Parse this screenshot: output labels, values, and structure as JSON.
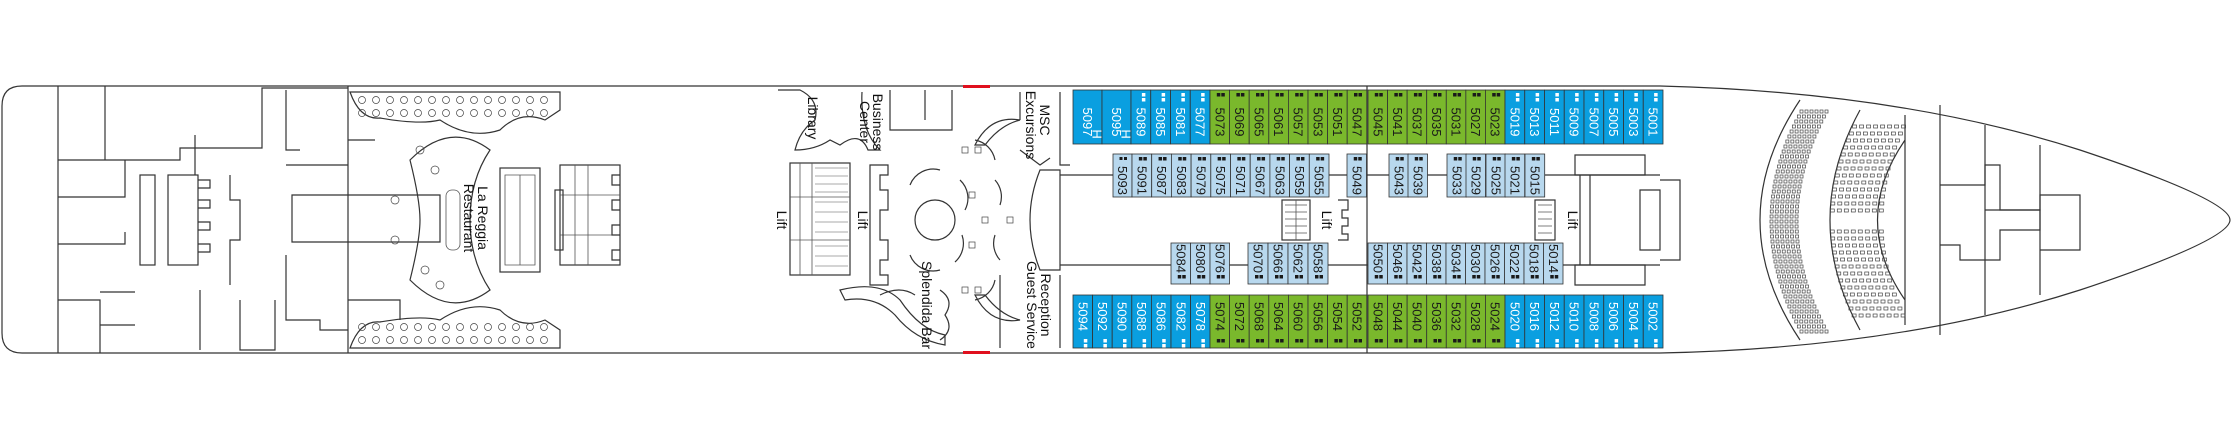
{
  "colors": {
    "B": "#0a9fe0",
    "G": "#7ab82c",
    "I": "#b8d8ee",
    "hull": "#333333",
    "door": "#e0101e"
  },
  "labels": {
    "restaurant": [
      "La Reggia",
      "Restaurant"
    ],
    "library": "Library",
    "business": [
      "Business",
      "Center"
    ],
    "excursions": [
      "MSC",
      "Excursions"
    ],
    "reception": [
      "Reception",
      "Guest Service"
    ],
    "bar": "Splendida Bar",
    "lift": "Lift",
    "accessible": "H"
  },
  "cabins": {
    "top_outer": [
      {
        "n": "5097",
        "c": "B",
        "h": true
      },
      {
        "n": "5095",
        "c": "B",
        "h": true
      },
      {
        "n": "5089",
        "c": "B"
      },
      {
        "n": "5085",
        "c": "B"
      },
      {
        "n": "5081",
        "c": "B"
      },
      {
        "n": "5077",
        "c": "B"
      },
      {
        "n": "5073",
        "c": "G"
      },
      {
        "n": "5069",
        "c": "G"
      },
      {
        "n": "5065",
        "c": "G"
      },
      {
        "n": "5061",
        "c": "G"
      },
      {
        "n": "5057",
        "c": "G"
      },
      {
        "n": "5053",
        "c": "G"
      },
      {
        "n": "5051",
        "c": "G"
      },
      {
        "n": "5047",
        "c": "G"
      },
      {
        "n": "5045",
        "c": "G"
      },
      {
        "n": "5041",
        "c": "G"
      },
      {
        "n": "5037",
        "c": "G"
      },
      {
        "n": "5035",
        "c": "G"
      },
      {
        "n": "5031",
        "c": "G"
      },
      {
        "n": "5027",
        "c": "G"
      },
      {
        "n": "5023",
        "c": "G"
      },
      {
        "n": "5019",
        "c": "B"
      },
      {
        "n": "5013",
        "c": "B"
      },
      {
        "n": "5011",
        "c": "B"
      },
      {
        "n": "5009",
        "c": "B"
      },
      {
        "n": "5007",
        "c": "B"
      },
      {
        "n": "5005",
        "c": "B"
      },
      {
        "n": "5003",
        "c": "B"
      },
      {
        "n": "5001",
        "c": "B"
      }
    ],
    "top_inner": [
      {
        "n": "5093",
        "c": "I"
      },
      {
        "n": "5091",
        "c": "I"
      },
      {
        "n": "5087",
        "c": "I"
      },
      {
        "n": "5083",
        "c": "I"
      },
      {
        "n": "5079",
        "c": "I"
      },
      {
        "n": "5075",
        "c": "I"
      },
      {
        "n": "5071",
        "c": "I"
      },
      {
        "n": "5067",
        "c": "I"
      },
      {
        "n": "5063",
        "c": "I"
      },
      {
        "n": "5059",
        "c": "I"
      },
      {
        "n": "5055",
        "c": "I"
      },
      {
        "n": "5049",
        "c": "I"
      },
      {
        "n": "5043",
        "c": "I"
      },
      {
        "n": "5039",
        "c": "I"
      },
      {
        "n": "5033",
        "c": "I"
      },
      {
        "n": "5029",
        "c": "I"
      },
      {
        "n": "5025",
        "c": "I"
      },
      {
        "n": "5021",
        "c": "I"
      },
      {
        "n": "5015",
        "c": "I"
      }
    ],
    "bottom_inner": [
      {
        "n": "5084",
        "c": "I"
      },
      {
        "n": "5080",
        "c": "I"
      },
      {
        "n": "5076",
        "c": "I"
      },
      {
        "n": "5070",
        "c": "I"
      },
      {
        "n": "5066",
        "c": "I"
      },
      {
        "n": "5062",
        "c": "I"
      },
      {
        "n": "5058",
        "c": "I"
      },
      {
        "n": "5050",
        "c": "I"
      },
      {
        "n": "5046",
        "c": "I"
      },
      {
        "n": "5042",
        "c": "I"
      },
      {
        "n": "5038",
        "c": "I"
      },
      {
        "n": "5034",
        "c": "I"
      },
      {
        "n": "5030",
        "c": "I"
      },
      {
        "n": "5026",
        "c": "I"
      },
      {
        "n": "5022",
        "c": "I"
      },
      {
        "n": "5018",
        "c": "I"
      },
      {
        "n": "5014",
        "c": "I"
      }
    ],
    "bottom_outer": [
      {
        "n": "5094",
        "c": "B"
      },
      {
        "n": "5092",
        "c": "B"
      },
      {
        "n": "5090",
        "c": "B"
      },
      {
        "n": "5088",
        "c": "B"
      },
      {
        "n": "5086",
        "c": "B"
      },
      {
        "n": "5082",
        "c": "B"
      },
      {
        "n": "5078",
        "c": "B"
      },
      {
        "n": "5074",
        "c": "G"
      },
      {
        "n": "5072",
        "c": "G"
      },
      {
        "n": "5068",
        "c": "G"
      },
      {
        "n": "5064",
        "c": "G"
      },
      {
        "n": "5060",
        "c": "G"
      },
      {
        "n": "5056",
        "c": "G"
      },
      {
        "n": "5054",
        "c": "G"
      },
      {
        "n": "5052",
        "c": "G"
      },
      {
        "n": "5048",
        "c": "G"
      },
      {
        "n": "5044",
        "c": "G"
      },
      {
        "n": "5040",
        "c": "G"
      },
      {
        "n": "5036",
        "c": "G"
      },
      {
        "n": "5032",
        "c": "G"
      },
      {
        "n": "5028",
        "c": "G"
      },
      {
        "n": "5024",
        "c": "G"
      },
      {
        "n": "5020",
        "c": "B"
      },
      {
        "n": "5016",
        "c": "B"
      },
      {
        "n": "5012",
        "c": "B"
      },
      {
        "n": "5010",
        "c": "B"
      },
      {
        "n": "5008",
        "c": "B"
      },
      {
        "n": "5006",
        "c": "B"
      },
      {
        "n": "5004",
        "c": "B"
      },
      {
        "n": "5002",
        "c": "B"
      }
    ]
  }
}
